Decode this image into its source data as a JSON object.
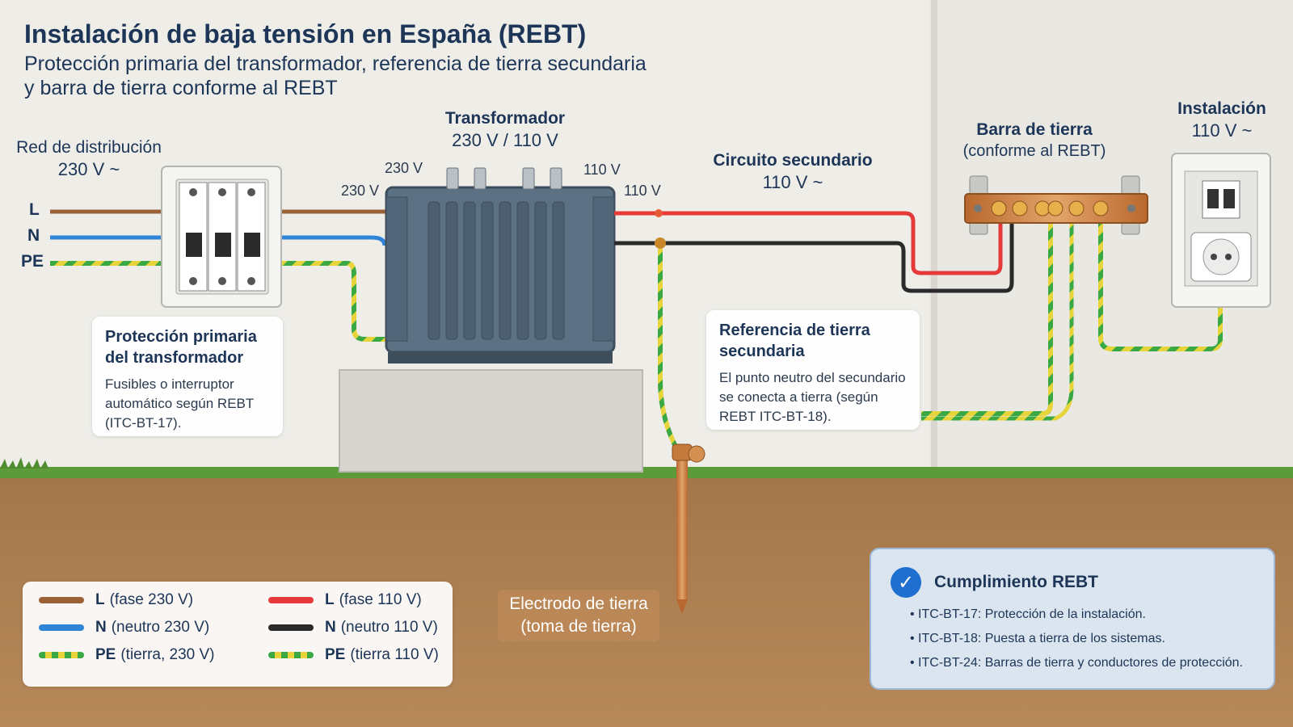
{
  "header": {
    "title": "Instalación de baja tensión en España (REBT)",
    "subtitle_line1": "Protección primaria del transformador, referencia de tierra secundaria",
    "subtitle_line2": "y barra de tierra conforme al REBT"
  },
  "supply": {
    "label": "Red de distribución",
    "voltage": "230 V ~",
    "wires": [
      "L",
      "N",
      "PE"
    ]
  },
  "transformer": {
    "label": "Transformador",
    "rating": "230 V / 110 V",
    "primary_top": "230 V",
    "secondary_top": "110 V",
    "primary_side": "230 V",
    "secondary_side": "110 V"
  },
  "secondary_circuit": {
    "label": "Circuito secundario",
    "voltage": "110 V ~"
  },
  "earth_bar": {
    "label": "Barra de tierra",
    "note": "(conforme al REBT)"
  },
  "installation": {
    "label": "Instalación",
    "voltage": "110 V ~"
  },
  "primary_protection": {
    "title_line1": "Protección primaria",
    "title_line2": "del transformador",
    "text_line1": "Fusibles o interruptor",
    "text_line2": "automático según REBT",
    "text_line3": "(ITC-BT-17)."
  },
  "secondary_earth": {
    "title_line1": "Referencia de tierra",
    "title_line2": "secundaria",
    "text_line1": "El punto neutro del secundario",
    "text_line2": "se conecta a tierra (según",
    "text_line3": "REBT ITC-BT-18)."
  },
  "electrode": {
    "line1": "Electrodo de tierra",
    "line2": "(toma de tierra)"
  },
  "legend": {
    "items": [
      {
        "code": "L",
        "text": "(fase 230 V)",
        "color": "#9a6236"
      },
      {
        "code": "N",
        "text": "(neutro 230 V)",
        "color": "#2f86d8"
      },
      {
        "code": "PE",
        "text": "(tierra, 230 V)",
        "color": "pe"
      },
      {
        "code": "L",
        "text": "(fase 110 V)",
        "color": "#e63a3a"
      },
      {
        "code": "N",
        "text": "(neutro 110 V)",
        "color": "#2a2a2a"
      },
      {
        "code": "PE",
        "text": "(tierra 110 V)",
        "color": "pe"
      }
    ]
  },
  "rebt": {
    "title": "Cumplimiento REBT",
    "check_icon": "✓",
    "items": [
      "ITC-BT-17: Protección de la instalación.",
      "ITC-BT-18: Puesta a tierra de los sistemas.",
      "ITC-BT-24: Barras de tierra y conductores de protección."
    ]
  },
  "colors": {
    "phase_230": "#9a6236",
    "neutral_230": "#2f86d8",
    "phase_110": "#e63a3a",
    "neutral_110": "#2a2a2a",
    "earth_green": "#3aa843",
    "earth_yellow": "#e6d43a",
    "title": "#1d3557",
    "copper": "#d98a4a"
  }
}
